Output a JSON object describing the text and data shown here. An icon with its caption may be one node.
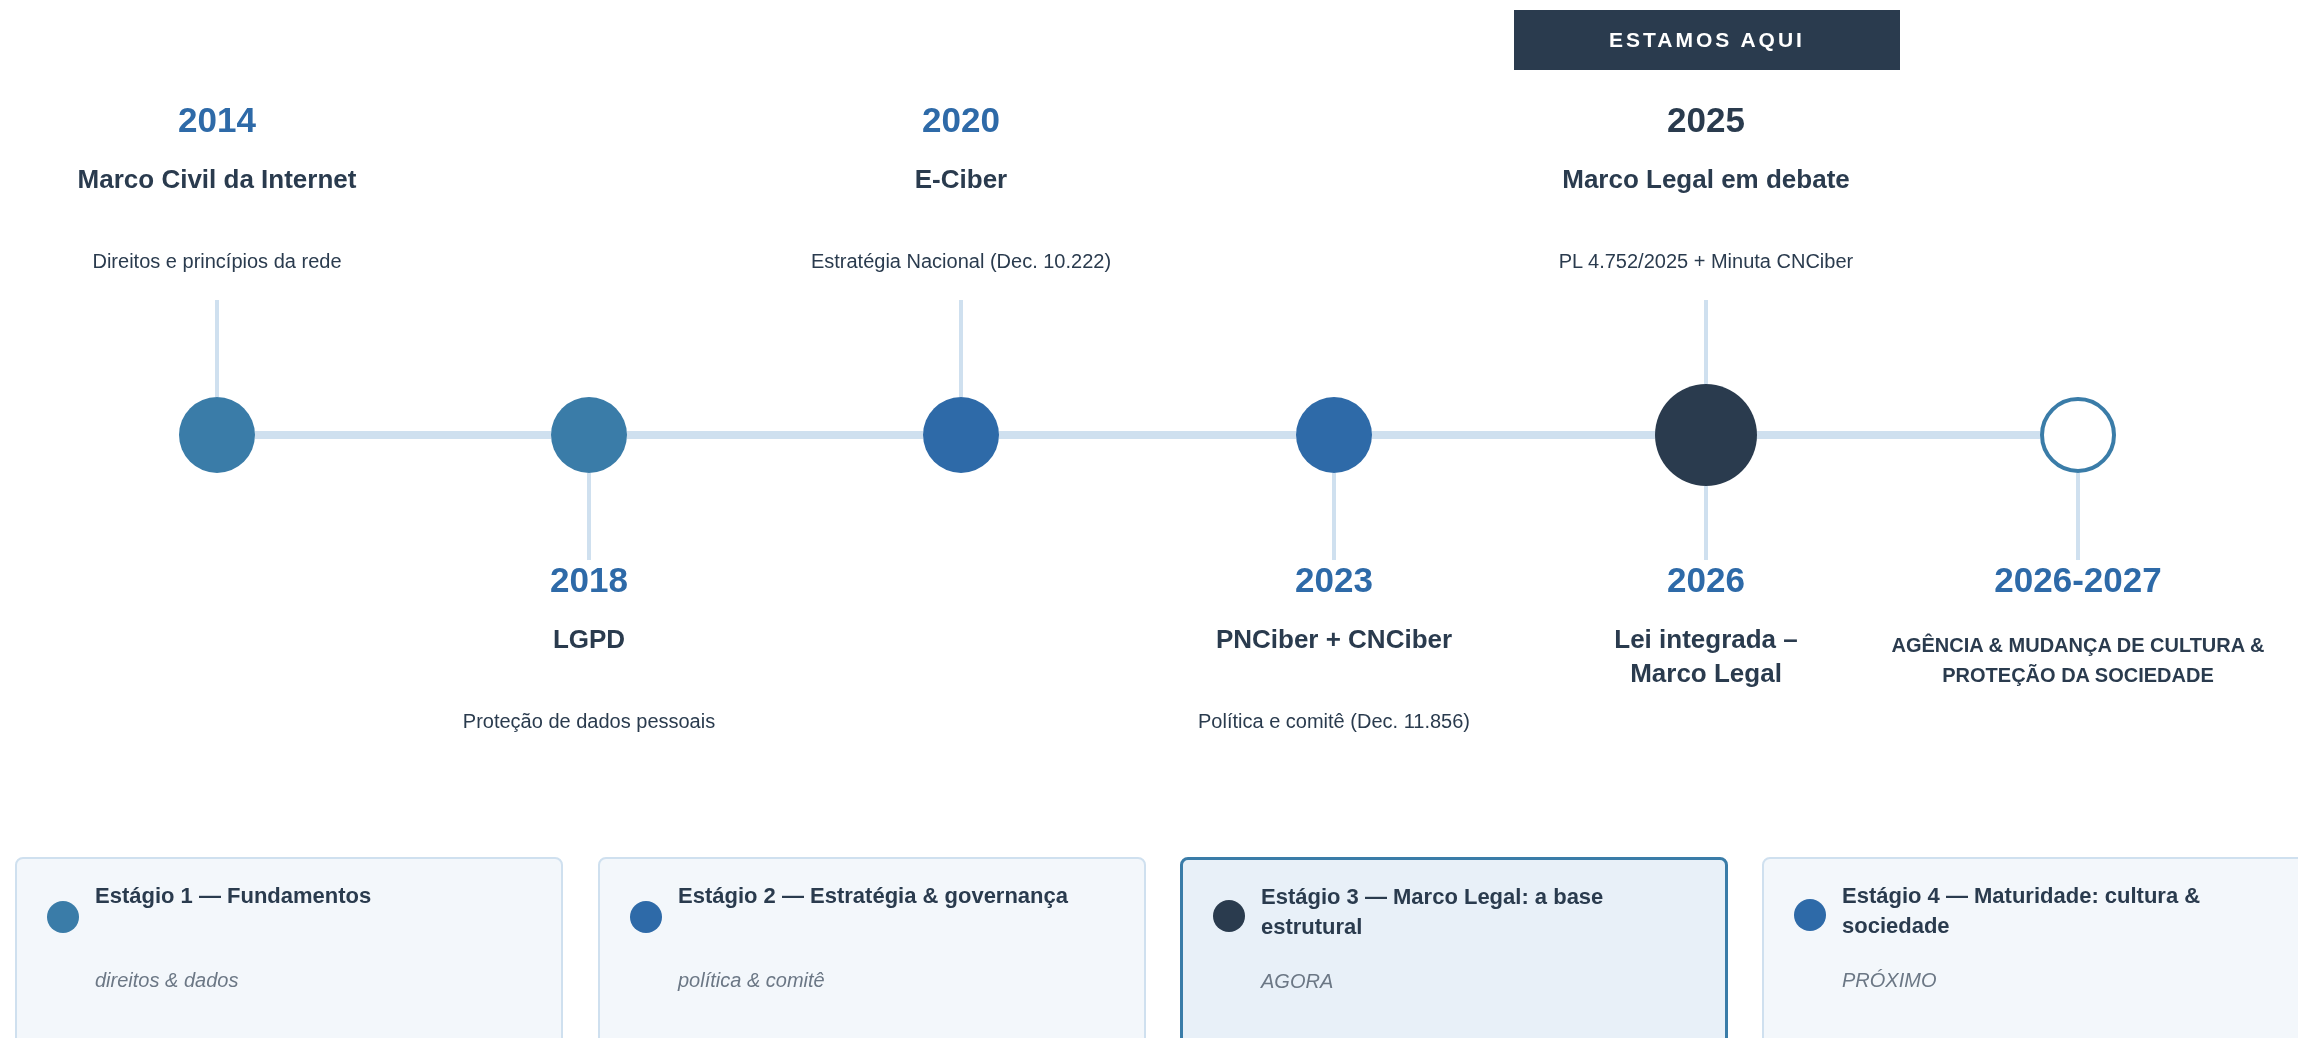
{
  "diagram": {
    "nodes": [
      {
        "text": [
          "ESTAMOS AQUI"
        ]
      },
      {
        "text": [
          "2014",
          "Marco Civil da Internet",
          "Direitos e princípios da rede"
        ]
      },
      {
        "text": [
          "2020",
          "E-Ciber",
          "Estratégia Nacional (Dec. 10.222)"
        ]
      },
      {
        "text": [
          "2025",
          "Marco Legal em debate",
          "PL 4.752/2025 + Minuta CNCiber"
        ]
      },
      {
        "text": [],
        "shape": "circle"
      },
      {
        "text": [],
        "shape": "circle"
      },
      {
        "text": [],
        "shape": "circle"
      },
      {
        "text": [],
        "shape": "circle"
      },
      {
        "text": [],
        "shape": "circle"
      },
      {
        "text": [],
        "shape": "circle"
      },
      {
        "text": [
          "2018",
          "LGPD",
          "Proteção de dados pessoais"
        ]
      },
      {
        "text": [
          "2023",
          "PNCiber + CNCiber",
          "Política e comitê (Dec. 11.856)"
        ]
      },
      {
        "text": [
          "2026",
          "Lei integrada – Marco Legal"
        ]
      },
      {
        "text": [
          "2026-2027",
          "AGÊNCIA & MUDANÇA DE CULTURA & PROTEÇÃO DA SOCIEDADE"
        ]
      },
      {
        "text": [
          "Estágio 1 — Fundamentos",
          "direitos & dados"
        ]
      },
      {
        "text": [
          "Estágio 2 — Estratégia & governança",
          "política & comitê"
        ]
      },
      {
        "text": [
          "Estágio 3 — Marco Legal: a base estrutural",
          "AGORA"
        ]
      },
      {
        "text": [
          "Estágio 4 — Maturidade: cultura & sociedade",
          "PRÓXIMO"
        ]
      }
    ],
    "edges": [
      {
        "from": 4,
        "to": 5,
        "arrow": "none",
        "style": "thick"
      },
      {
        "from": 5,
        "to": 6,
        "arrow": "none",
        "style": "thick"
      },
      {
        "from": 6,
        "to": 7,
        "arrow": "none",
        "style": "thick"
      },
      {
        "from": 7,
        "to": 8,
        "arrow": "none",
        "style": "thick"
      },
      {
        "from": 8,
        "to": 9,
        "arrow": "none",
        "style": "thick"
      },
      {
        "from": 1,
        "to": 4,
        "arrow": "none"
      },
      {
        "from": 10,
        "to": 5,
        "arrow": "none"
      },
      {
        "from": 2,
        "to": 6,
        "arrow": "none"
      },
      {
        "from": 11,
        "to": 7,
        "arrow": "none"
      },
      {
        "from": 3,
        "to": 8,
        "arrow": "none"
      },
      {
        "from": 12,
        "to": 8,
        "arrow": "none"
      },
      {
        "from": 13,
        "to": 9,
        "arrow": "none"
      }
    ]
  }
}
